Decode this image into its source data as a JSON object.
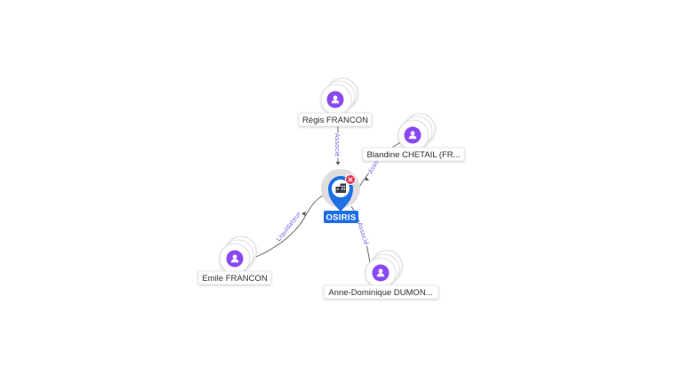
{
  "center": {
    "label": "OSIRIS",
    "icon": "building-icon",
    "status_icon": "close-icon",
    "accent": "#1f6fe5",
    "status_color": "#e5304e"
  },
  "nodes": [
    {
      "label": "Régis FRANCON",
      "icon": "person-icon"
    },
    {
      "label": "Blandine CHETAIL (FR...",
      "icon": "person-icon"
    },
    {
      "label": "Emile FRANCON",
      "icon": "person-icon"
    },
    {
      "label": "Anne-Dominique DUMON...",
      "icon": "person-icon"
    }
  ],
  "edges": [
    {
      "from": "Régis FRANCON",
      "to": "OSIRIS",
      "label": "Associé"
    },
    {
      "from": "Blandine CHETAIL (FR...",
      "to": "OSIRIS",
      "label": "Associé"
    },
    {
      "from": "Emile FRANCON",
      "to": "OSIRIS",
      "label": "Liquidateur"
    },
    {
      "from": "Anne-Dominique DUMON...",
      "to": "OSIRIS",
      "label": "Associé"
    }
  ],
  "colors": {
    "person": "#8a4af3",
    "edge_label": "#7a5fe0"
  }
}
